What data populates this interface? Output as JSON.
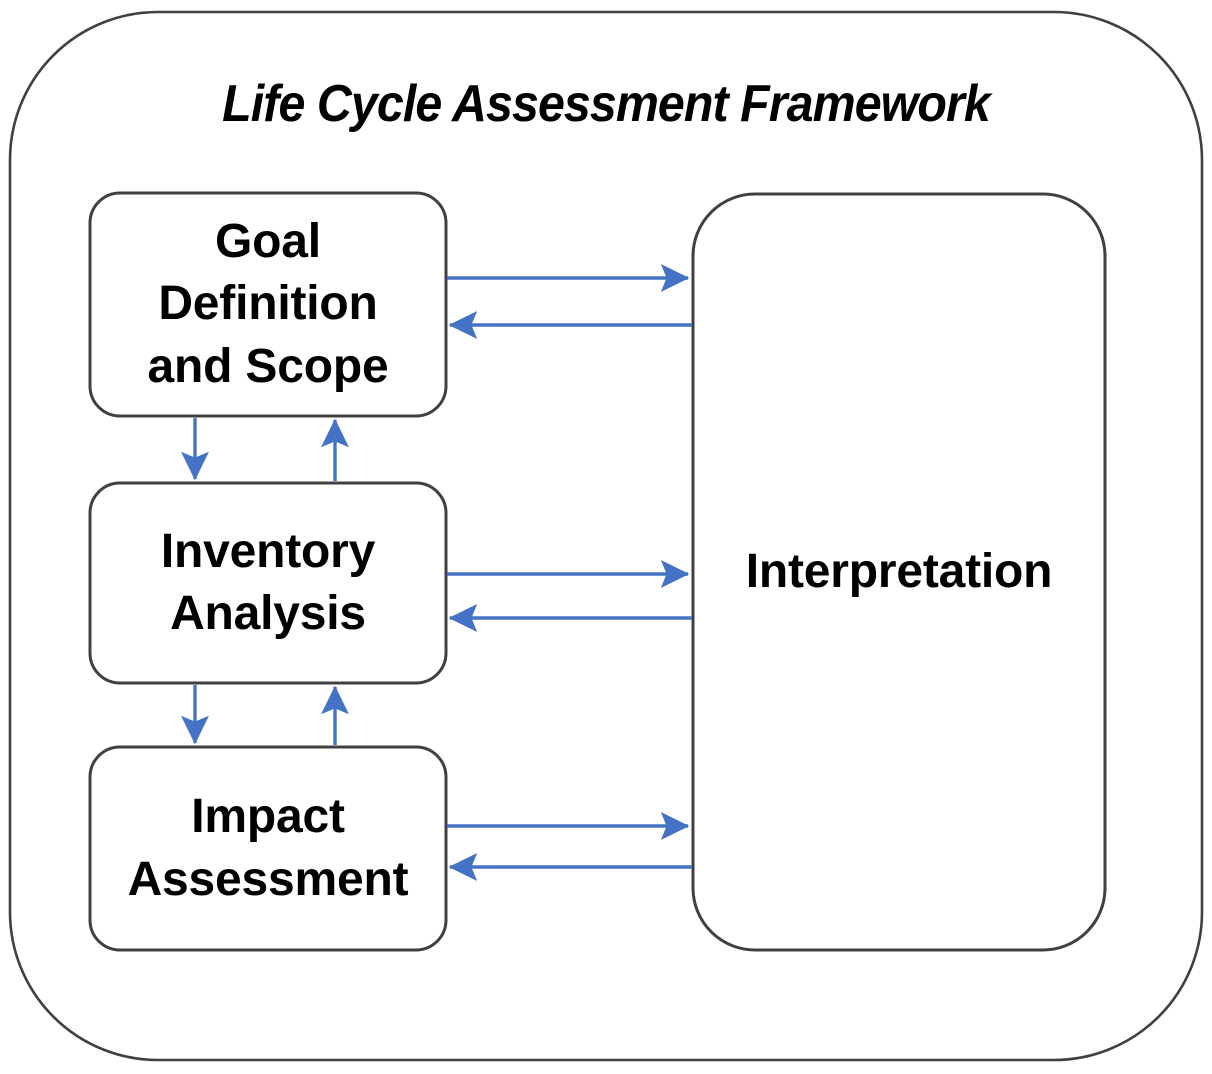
{
  "diagram": {
    "title": "Life Cycle Assessment Framework",
    "type": "flowchart",
    "outer_container_name": "Life Cycle Assessment Framework",
    "colors": {
      "box_stroke": "#404040",
      "arrow": "#4472C4",
      "text": "#000000",
      "background": "#FFFFFF"
    },
    "nodes": [
      {
        "id": "goal",
        "label": "Goal\nDefinition\nand Scope"
      },
      {
        "id": "inventory",
        "label": "Inventory\nAnalysis"
      },
      {
        "id": "impact",
        "label": "Impact\nAssessment"
      },
      {
        "id": "interpretation",
        "label": "Interpretation"
      }
    ],
    "edges": [
      {
        "from": "goal",
        "to": "interpretation",
        "direction": "right"
      },
      {
        "from": "interpretation",
        "to": "goal",
        "direction": "left"
      },
      {
        "from": "goal",
        "to": "inventory",
        "direction": "down"
      },
      {
        "from": "inventory",
        "to": "goal",
        "direction": "up"
      },
      {
        "from": "inventory",
        "to": "interpretation",
        "direction": "right"
      },
      {
        "from": "interpretation",
        "to": "inventory",
        "direction": "left"
      },
      {
        "from": "inventory",
        "to": "impact",
        "direction": "down"
      },
      {
        "from": "impact",
        "to": "inventory",
        "direction": "up"
      },
      {
        "from": "impact",
        "to": "interpretation",
        "direction": "right"
      },
      {
        "from": "interpretation",
        "to": "impact",
        "direction": "left"
      }
    ]
  }
}
